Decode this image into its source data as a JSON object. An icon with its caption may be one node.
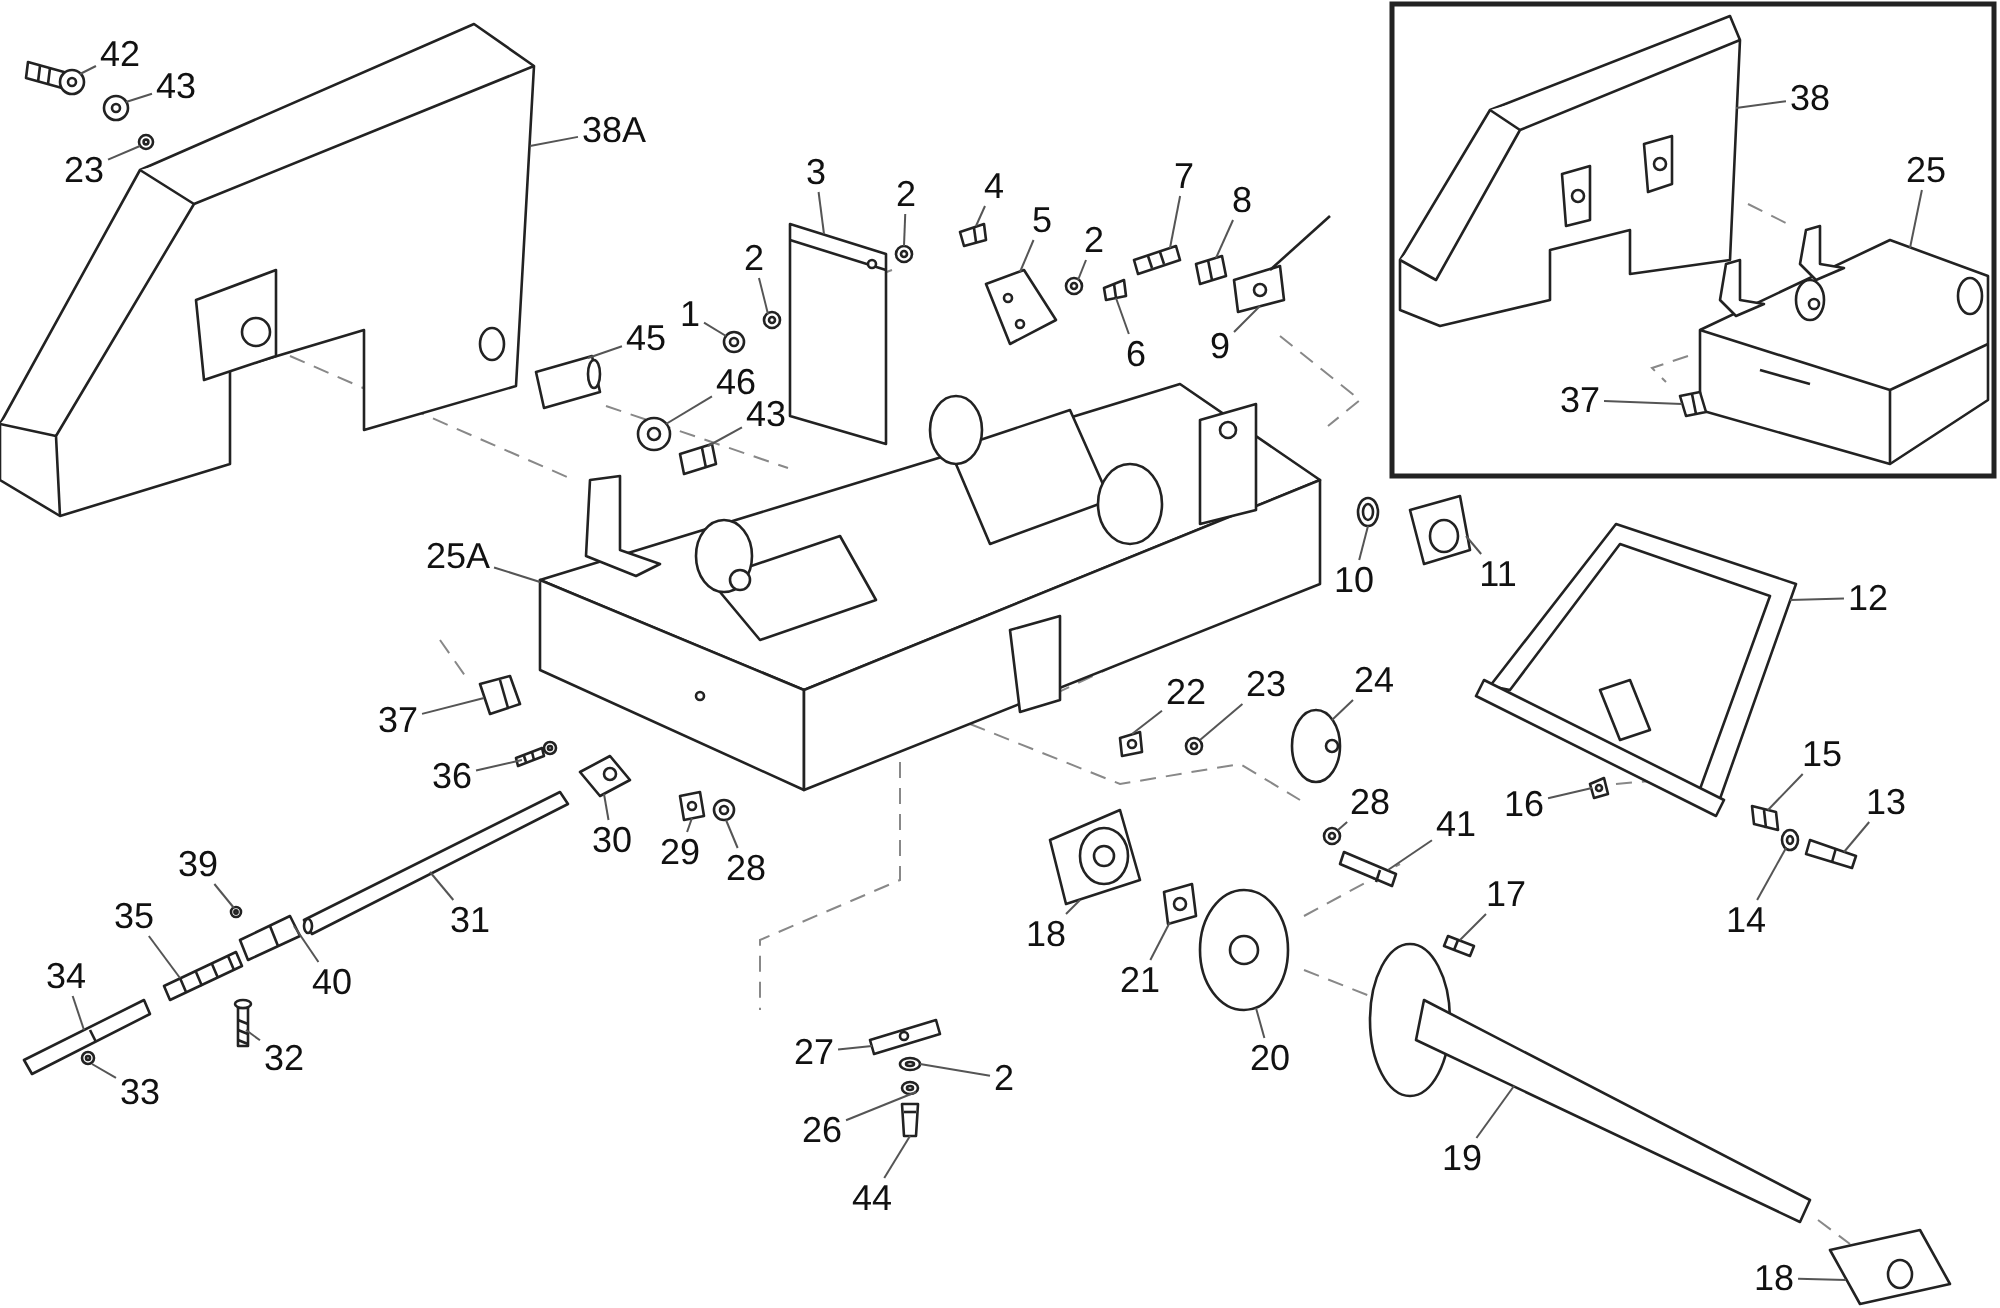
{
  "diagram": {
    "nodes": [
      {
        "text": [
          "42"
        ]
      },
      {
        "text": [
          "38"
        ]
      },
      {
        "text": [
          "43"
        ]
      },
      {
        "text": [
          "38A"
        ]
      },
      {
        "text": [
          "25"
        ]
      },
      {
        "text": [
          "23"
        ]
      },
      {
        "text": [
          "3"
        ]
      },
      {
        "text": [
          "7"
        ]
      },
      {
        "text": [
          "4"
        ]
      },
      {
        "text": [
          "2"
        ]
      },
      {
        "text": [
          "8"
        ]
      },
      {
        "text": [
          "5"
        ]
      },
      {
        "text": [
          "2"
        ]
      },
      {
        "text": [
          "2"
        ]
      },
      {
        "text": [
          "1"
        ]
      },
      {
        "text": [
          "45"
        ]
      },
      {
        "text": [
          "9"
        ]
      },
      {
        "text": [
          "6"
        ]
      },
      {
        "text": [
          "46"
        ]
      },
      {
        "text": [
          "37"
        ]
      },
      {
        "text": [
          "43"
        ]
      },
      {
        "text": [
          "25A"
        ]
      },
      {
        "text": [
          "11"
        ]
      },
      {
        "text": [
          "10"
        ]
      },
      {
        "text": [
          "12"
        ]
      },
      {
        "text": [
          "24"
        ]
      },
      {
        "text": [
          "23"
        ]
      },
      {
        "text": [
          "22"
        ]
      },
      {
        "text": [
          "37"
        ]
      },
      {
        "text": [
          "15"
        ]
      },
      {
        "text": [
          "36"
        ]
      },
      {
        "text": [
          "28"
        ]
      },
      {
        "text": [
          "13"
        ]
      },
      {
        "text": [
          "16"
        ]
      },
      {
        "text": [
          "41"
        ]
      },
      {
        "text": [
          "30"
        ]
      },
      {
        "text": [
          "29"
        ]
      },
      {
        "text": [
          "39"
        ]
      },
      {
        "text": [
          "28"
        ]
      },
      {
        "text": [
          "17"
        ]
      },
      {
        "text": [
          "35"
        ]
      },
      {
        "text": [
          "31"
        ]
      },
      {
        "text": [
          "14"
        ]
      },
      {
        "text": [
          "18"
        ]
      },
      {
        "text": [
          "34"
        ]
      },
      {
        "text": [
          "21"
        ]
      },
      {
        "text": [
          "40"
        ]
      },
      {
        "text": [
          "27"
        ]
      },
      {
        "text": [
          "32"
        ]
      },
      {
        "text": [
          "20"
        ]
      },
      {
        "text": [
          "2"
        ]
      },
      {
        "text": [
          "33"
        ]
      },
      {
        "text": [
          "26"
        ]
      },
      {
        "text": [
          "19"
        ]
      },
      {
        "text": [
          "44"
        ]
      },
      {
        "text": [
          "18"
        ]
      },
      {
        "text": [],
        "shape": "picture"
      },
      {
        "text": [],
        "shape": "picture"
      },
      {
        "text": [],
        "shape": "picture"
      },
      {
        "text": [],
        "shape": "picture"
      },
      {
        "text": [],
        "shape": "picture"
      },
      {
        "text": [],
        "shape": "picture"
      },
      {
        "text": [],
        "shape": "picture"
      },
      {
        "text": [],
        "shape": "picture"
      },
      {
        "text": [],
        "shape": "picture"
      },
      {
        "text": [],
        "shape": "picture"
      },
      {
        "text": [],
        "shape": "picture"
      },
      {
        "text": [],
        "shape": "picture"
      },
      {
        "text": [],
        "shape": "picture"
      },
      {
        "text": [],
        "shape": "picture"
      },
      {
        "text": [],
        "shape": "picture"
      },
      {
        "text": [],
        "shape": "picture"
      },
      {
        "text": [],
        "shape": "picture"
      },
      {
        "text": [],
        "shape": "picture"
      },
      {
        "text": [],
        "shape": "picture"
      },
      {
        "text": [],
        "shape": "picture"
      },
      {
        "text": [],
        "shape": "picture"
      },
      {
        "text": [],
        "shape": "picture"
      },
      {
        "text": [],
        "shape": "picture"
      },
      {
        "text": [],
        "shape": "picture"
      },
      {
        "text": [],
        "shape": "picture"
      },
      {
        "text": [],
        "shape": "picture"
      },
      {
        "text": [],
        "shape": "picture"
      },
      {
        "text": [],
        "shape": "picture"
      },
      {
        "text": [],
        "shape": "picture"
      },
      {
        "text": [],
        "shape": "picture"
      },
      {
        "text": [],
        "shape": "picture"
      },
      {
        "text": [],
        "shape": "picture"
      },
      {
        "text": [],
        "shape": "picture"
      },
      {
        "text": [],
        "shape": "picture"
      },
      {
        "text": [],
        "shape": "picture"
      },
      {
        "text": [],
        "shape": "picture"
      },
      {
        "text": [],
        "shape": "picture"
      },
      {
        "text": [],
        "shape": "picture"
      },
      {
        "text": [],
        "shape": "picture"
      },
      {
        "text": [],
        "shape": "picture"
      },
      {
        "text": [],
        "shape": "picture"
      },
      {
        "text": [],
        "shape": "picture"
      },
      {
        "text": [],
        "shape": "picture"
      },
      {
        "text": [],
        "shape": "picture"
      },
      {
        "text": [],
        "shape": "picture"
      },
      {
        "text": [],
        "shape": "picture"
      },
      {
        "text": [],
        "shape": "picture"
      },
      {
        "text": [],
        "shape": "picture"
      },
      {
        "text": [],
        "shape": "picture"
      },
      {
        "text": [],
        "shape": "picture"
      },
      {
        "text": [],
        "shape": "picture"
      },
      {
        "text": [],
        "shape": "picture"
      },
      {
        "text": [],
        "shape": "picture"
      },
      {
        "text": [],
        "shape": "picture"
      },
      {
        "text": [],
        "shape": "picture"
      },
      {
        "text": [],
        "shape": "picture"
      }
    ],
    "edges": [
      {
        "from": 0,
        "to": 56,
        "arrow": "none"
      },
      {
        "from": 1,
        "to": 57,
        "arrow": "none"
      },
      {
        "from": 2,
        "to": 58,
        "arrow": "none"
      },
      {
        "from": 3,
        "to": 59,
        "arrow": "none"
      },
      {
        "from": 4,
        "to": 60,
        "arrow": "none"
      },
      {
        "from": 5,
        "to": 61,
        "arrow": "none"
      },
      {
        "from": 6,
        "to": 62,
        "arrow": "none"
      },
      {
        "from": 7,
        "to": 63,
        "arrow": "none"
      },
      {
        "from": 8,
        "to": 64,
        "arrow": "none"
      },
      {
        "from": 9,
        "to": 65,
        "arrow": "none"
      },
      {
        "from": 10,
        "to": 66,
        "arrow": "none"
      },
      {
        "from": 11,
        "to": 67,
        "arrow": "none"
      },
      {
        "from": 12,
        "to": 68,
        "arrow": "none"
      },
      {
        "from": 13,
        "to": 69,
        "arrow": "none"
      },
      {
        "from": 14,
        "to": 70,
        "arrow": "none"
      },
      {
        "from": 15,
        "to": 71,
        "arrow": "none"
      },
      {
        "from": 16,
        "to": 72,
        "arrow": "none"
      },
      {
        "from": 17,
        "to": 73,
        "arrow": "none"
      },
      {
        "from": 18,
        "to": 74,
        "arrow": "none"
      },
      {
        "from": 19,
        "to": 75,
        "arrow": "none"
      },
      {
        "from": 20,
        "to": 76,
        "arrow": "none"
      },
      {
        "from": 21,
        "to": 77,
        "arrow": "none"
      },
      {
        "from": 22,
        "to": 78,
        "arrow": "none"
      },
      {
        "from": 23,
        "to": 79,
        "arrow": "none"
      },
      {
        "from": 24,
        "to": 80,
        "arrow": "none"
      },
      {
        "from": 25,
        "to": 81,
        "arrow": "none"
      },
      {
        "from": 26,
        "to": 82,
        "arrow": "none"
      },
      {
        "from": 27,
        "to": 83,
        "arrow": "none"
      },
      {
        "from": 28,
        "to": 84,
        "arrow": "none"
      },
      {
        "from": 29,
        "to": 85,
        "arrow": "none"
      },
      {
        "from": 30,
        "to": 86,
        "arrow": "none"
      },
      {
        "from": 31,
        "to": 87,
        "arrow": "none"
      },
      {
        "from": 32,
        "to": 88,
        "arrow": "none"
      },
      {
        "from": 33,
        "to": 89,
        "arrow": "none"
      },
      {
        "from": 34,
        "to": 90,
        "arrow": "none"
      },
      {
        "from": 35,
        "to": 91,
        "arrow": "none"
      },
      {
        "from": 36,
        "to": 92,
        "arrow": "none"
      },
      {
        "from": 37,
        "to": 93,
        "arrow": "none"
      },
      {
        "from": 38,
        "to": 94,
        "arrow": "none"
      },
      {
        "from": 39,
        "to": 95,
        "arrow": "none"
      },
      {
        "from": 40,
        "to": 96,
        "arrow": "none"
      },
      {
        "from": 41,
        "to": 97,
        "arrow": "none"
      },
      {
        "from": 42,
        "to": 98,
        "arrow": "none"
      },
      {
        "from": 43,
        "to": 99,
        "arrow": "none"
      },
      {
        "from": 44,
        "to": 100,
        "arrow": "none"
      },
      {
        "from": 45,
        "to": 101,
        "arrow": "none"
      },
      {
        "from": 46,
        "to": 102,
        "arrow": "none"
      },
      {
        "from": 47,
        "to": 103,
        "arrow": "none"
      },
      {
        "from": 48,
        "to": 104,
        "arrow": "none"
      },
      {
        "from": 49,
        "to": 105,
        "arrow": "none"
      },
      {
        "from": 50,
        "to": 106,
        "arrow": "none"
      },
      {
        "from": 51,
        "to": 107,
        "arrow": "none"
      },
      {
        "from": 52,
        "to": 108,
        "arrow": "none"
      },
      {
        "from": 53,
        "to": 109,
        "arrow": "none"
      },
      {
        "from": 54,
        "to": 110,
        "arrow": "none"
      },
      {
        "from": 55,
        "to": 111,
        "arrow": "none"
      }
    ]
  }
}
